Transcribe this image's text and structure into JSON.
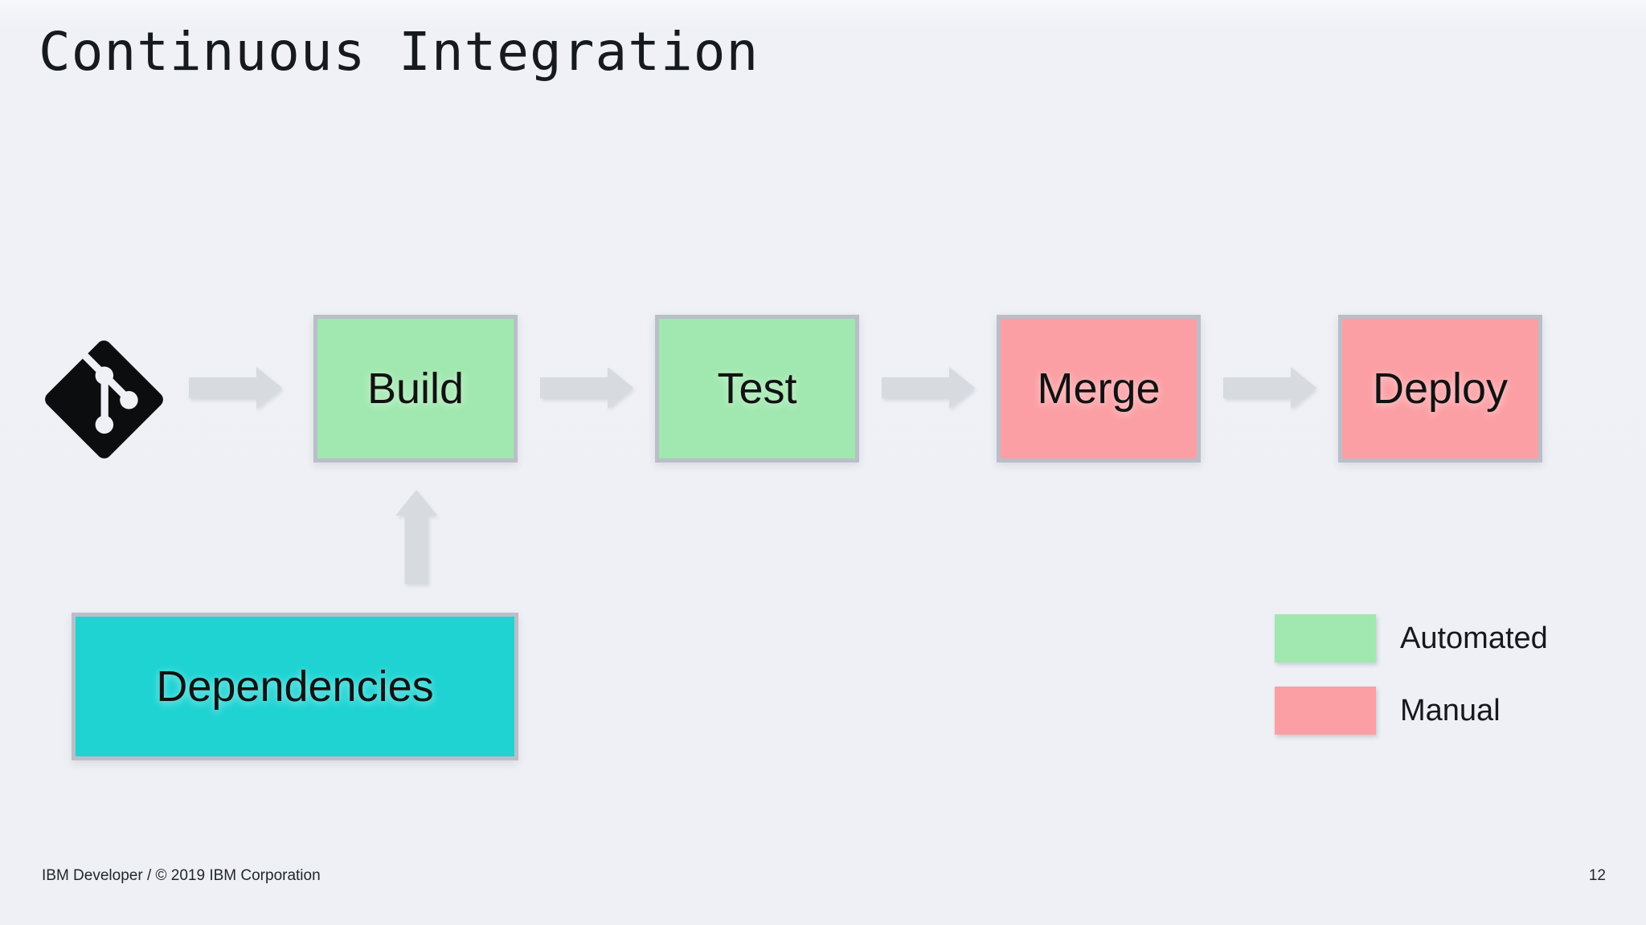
{
  "slide": {
    "title": "Continuous Integration",
    "flow": {
      "source_icon": "git-logo",
      "steps": [
        {
          "label": "Build",
          "type": "automated"
        },
        {
          "label": "Test",
          "type": "automated"
        },
        {
          "label": "Merge",
          "type": "manual"
        },
        {
          "label": "Deploy",
          "type": "manual"
        }
      ],
      "dependencies_label": "Dependencies"
    },
    "legend": [
      {
        "label": "Automated",
        "color": "#a0e8af"
      },
      {
        "label": "Manual",
        "color": "#fb9fa4"
      }
    ],
    "footer": {
      "left": "IBM Developer / © 2019 IBM Corporation",
      "page_number": "12"
    },
    "colors": {
      "background": "#eff1f6",
      "automated": "#a0e8af",
      "manual": "#fb9fa4",
      "dependencies": "#1fd3d3",
      "arrow": "#d7dade",
      "box_border": "#b9bec9",
      "text": "#16191d"
    }
  }
}
